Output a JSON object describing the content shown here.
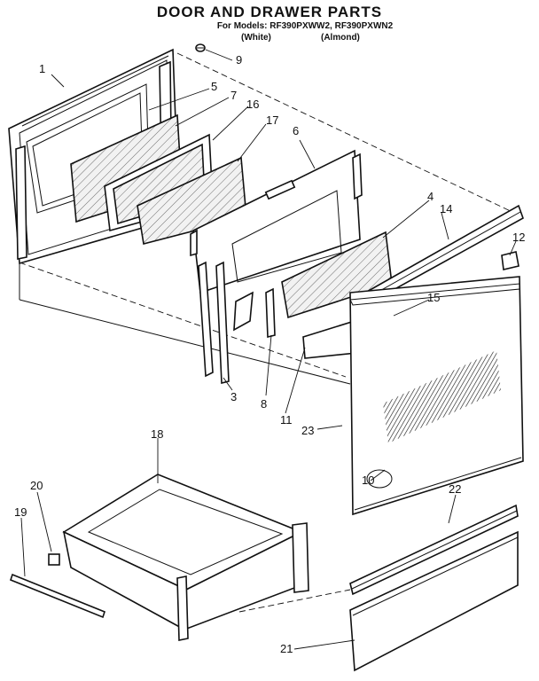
{
  "header": {
    "title": "DOOR AND DRAWER PARTS",
    "models": "For Models: RF390PXWW2, RF390PXWN2",
    "finish_white": "(White)",
    "finish_almond": "(Almond)"
  },
  "callouts": [
    "1",
    "5",
    "7",
    "16",
    "17",
    "6",
    "9",
    "4",
    "14",
    "12",
    "15",
    "3",
    "8",
    "11",
    "23",
    "10",
    "18",
    "20",
    "19",
    "22",
    "21"
  ]
}
